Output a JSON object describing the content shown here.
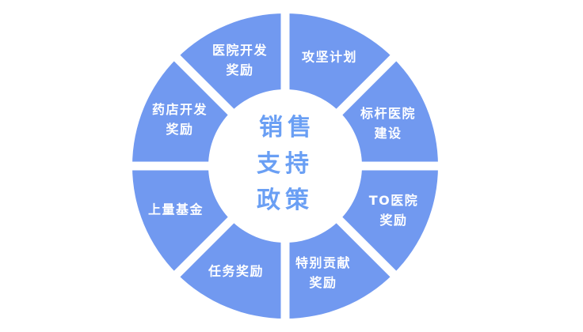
{
  "center": {
    "title": "销售\n支持\n政策"
  },
  "segments": [
    {
      "id": "gongjian-jihua",
      "label": "攻坚计划"
    },
    {
      "id": "biaogan-yiyuan-jianshe",
      "label": "标杆医院\n建设"
    },
    {
      "id": "to-yiyuan-jiangli",
      "label": "TO医院\n奖励"
    },
    {
      "id": "tebie-gongxian-jiangli",
      "label": "特别贡献\n奖励"
    },
    {
      "id": "renwu-jiangli",
      "label": "任务奖励"
    },
    {
      "id": "shangliang-jijin",
      "label": "上量基金"
    },
    {
      "id": "yaodian-kaifa-jiangli",
      "label": "药店开发\n奖励"
    },
    {
      "id": "yiyuan-kaifa-jiangli",
      "label": "医院开发\n奖励"
    }
  ],
  "colors": {
    "ring": "#7199F0",
    "divider": "#FFFFFF",
    "hub": "#FFFFFF",
    "center_text": "#6A9FF4",
    "segment_text": "#FFFFFF",
    "background": "#FFFFFF"
  }
}
